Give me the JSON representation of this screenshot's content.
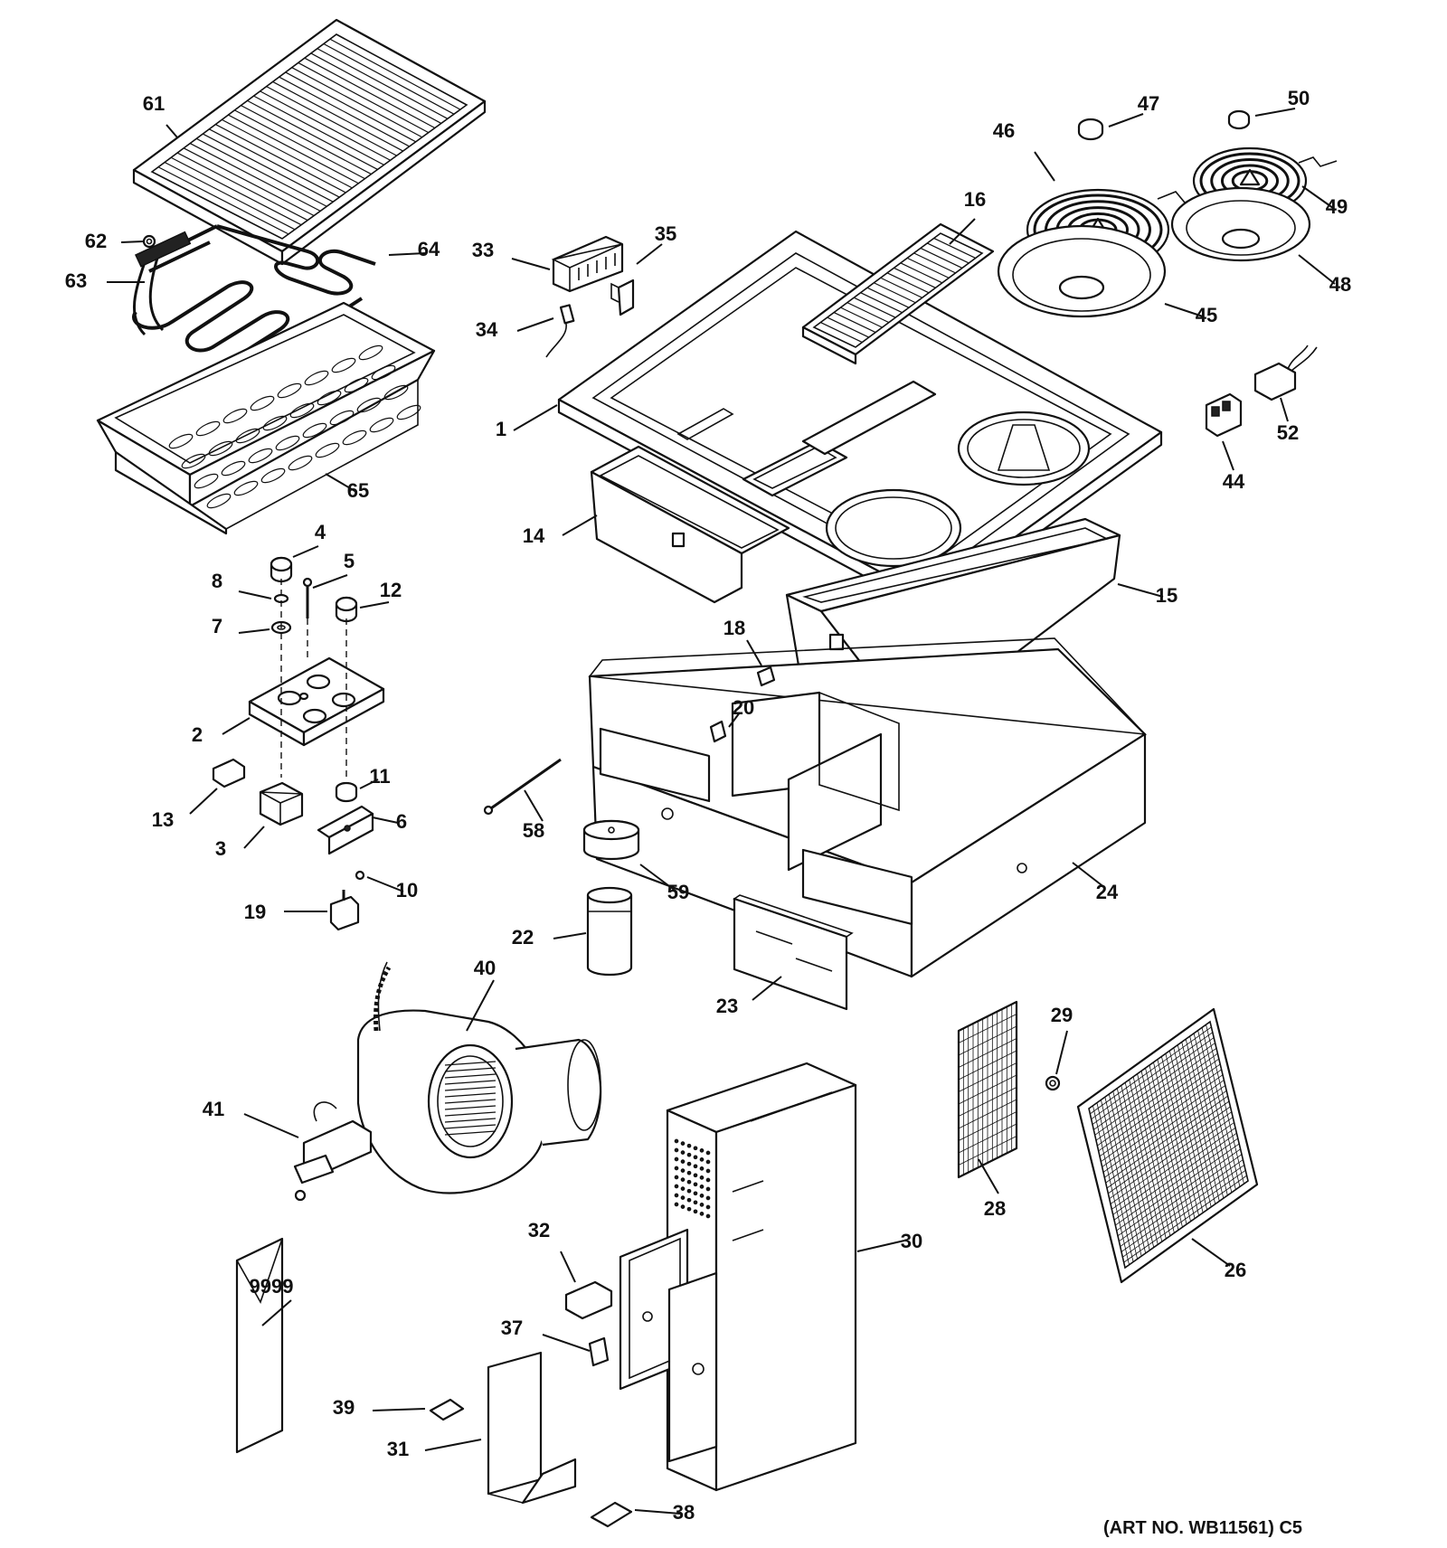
{
  "diagram": {
    "art_number": "(ART NO. WB11561) C5",
    "callouts": [
      {
        "id": "61"
      },
      {
        "id": "62"
      },
      {
        "id": "63"
      },
      {
        "id": "64"
      },
      {
        "id": "65"
      },
      {
        "id": "33"
      },
      {
        "id": "34"
      },
      {
        "id": "35"
      },
      {
        "id": "16"
      },
      {
        "id": "1"
      },
      {
        "id": "46"
      },
      {
        "id": "47"
      },
      {
        "id": "50"
      },
      {
        "id": "49"
      },
      {
        "id": "48"
      },
      {
        "id": "45"
      },
      {
        "id": "52"
      },
      {
        "id": "44"
      },
      {
        "id": "14"
      },
      {
        "id": "15"
      },
      {
        "id": "4"
      },
      {
        "id": "5"
      },
      {
        "id": "8"
      },
      {
        "id": "12"
      },
      {
        "id": "7"
      },
      {
        "id": "2"
      },
      {
        "id": "11"
      },
      {
        "id": "13"
      },
      {
        "id": "6"
      },
      {
        "id": "3"
      },
      {
        "id": "10"
      },
      {
        "id": "19"
      },
      {
        "id": "18"
      },
      {
        "id": "20"
      },
      {
        "id": "58"
      },
      {
        "id": "59"
      },
      {
        "id": "22"
      },
      {
        "id": "24"
      },
      {
        "id": "23"
      },
      {
        "id": "40"
      },
      {
        "id": "41"
      },
      {
        "id": "29"
      },
      {
        "id": "28"
      },
      {
        "id": "26"
      },
      {
        "id": "30"
      },
      {
        "id": "32"
      },
      {
        "id": "37"
      },
      {
        "id": "9999"
      },
      {
        "id": "39"
      },
      {
        "id": "31"
      },
      {
        "id": "38"
      }
    ]
  }
}
